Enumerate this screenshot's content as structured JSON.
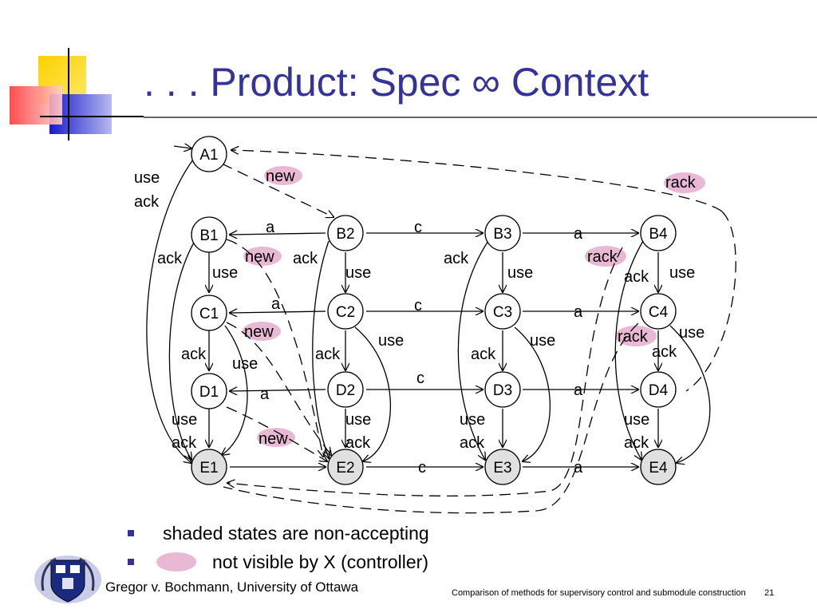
{
  "title": ". . . Product:   Spec  ∞ Context",
  "diagram": {
    "states": [
      {
        "id": "A1",
        "label": "A1",
        "shaded": false
      },
      {
        "id": "B1",
        "label": "B1",
        "shaded": false
      },
      {
        "id": "B2",
        "label": "B2",
        "shaded": false
      },
      {
        "id": "B3",
        "label": "B3",
        "shaded": false
      },
      {
        "id": "B4",
        "label": "B4",
        "shaded": false
      },
      {
        "id": "C1",
        "label": "C1",
        "shaded": false
      },
      {
        "id": "C2",
        "label": "C2",
        "shaded": false
      },
      {
        "id": "C3",
        "label": "C3",
        "shaded": false
      },
      {
        "id": "C4",
        "label": "C4",
        "shaded": false
      },
      {
        "id": "D1",
        "label": "D1",
        "shaded": false
      },
      {
        "id": "D2",
        "label": "D2",
        "shaded": false
      },
      {
        "id": "D3",
        "label": "D3",
        "shaded": false
      },
      {
        "id": "D4",
        "label": "D4",
        "shaded": false
      },
      {
        "id": "E1",
        "label": "E1",
        "shaded": true
      },
      {
        "id": "E2",
        "label": "E2",
        "shaded": true
      },
      {
        "id": "E3",
        "label": "E3",
        "shaded": true
      },
      {
        "id": "E4",
        "label": "E4",
        "shaded": true
      }
    ],
    "edge_labels": {
      "use": "use",
      "ack": "ack",
      "new": "new",
      "rack": "rack",
      "a": "a",
      "c": "c"
    }
  },
  "legend": {
    "item1": "shaded states are non-accepting",
    "item2": "not visible by X (controller)"
  },
  "footer": {
    "author": "Gregor v. Bochmann, University of Ottawa",
    "note": "Comparison of methods for supervisory control and submodule construction",
    "page": "21"
  },
  "colors": {
    "title": "#333399",
    "highlight": "#e8b8d4",
    "shaded_state": "#e0e0e0",
    "deco_yellow": "#ffd21a",
    "deco_red": "#ff5050",
    "deco_blue": "#2828cc"
  }
}
